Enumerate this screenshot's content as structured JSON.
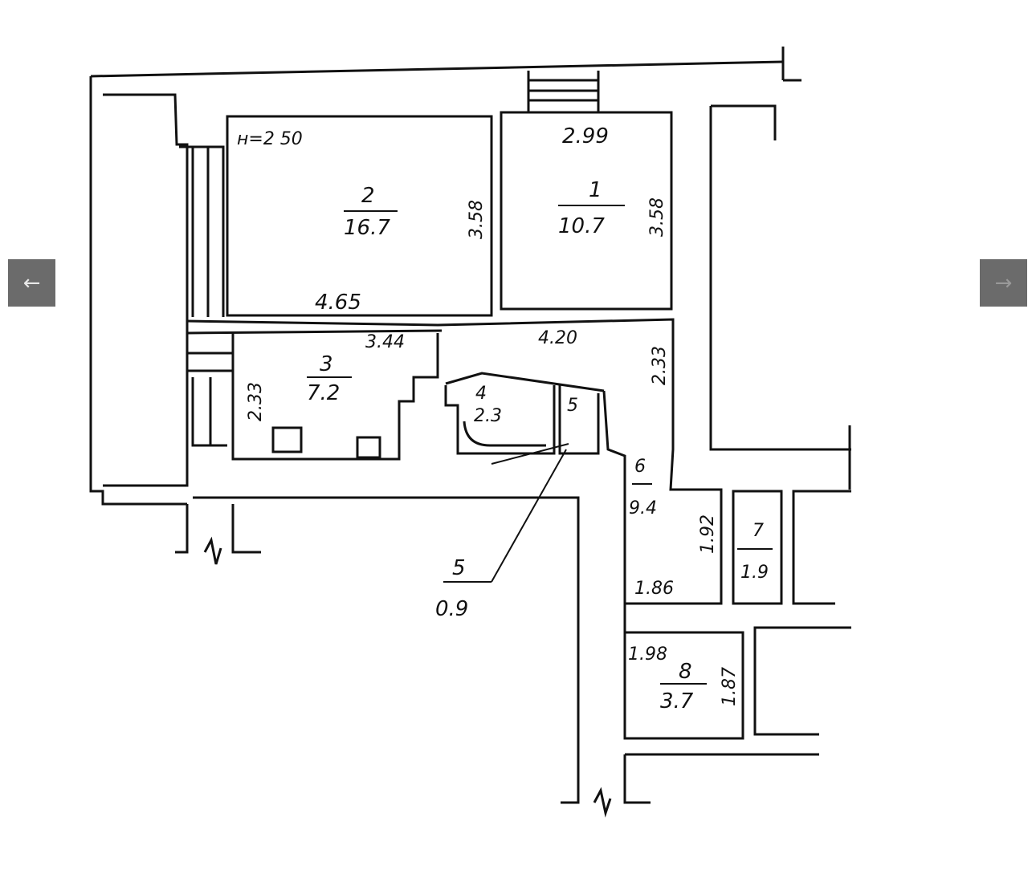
{
  "viewer": {
    "prev_icon": "arrow-left-icon",
    "next_icon": "arrow-right-icon",
    "prev_glyph": "←",
    "next_glyph": "→"
  },
  "plan": {
    "ceiling_height": "н=2 50",
    "rooms": [
      {
        "num": "1",
        "area": "10.7",
        "dims": [
          "2.99",
          "3.58"
        ]
      },
      {
        "num": "2",
        "area": "16.7",
        "dims": [
          "4.65",
          "3.58"
        ]
      },
      {
        "num": "3",
        "area": "7.2",
        "dims": [
          "3.44",
          "2.33"
        ]
      },
      {
        "num": "4",
        "area": "2.3"
      },
      {
        "num": "5",
        "area": "0.9"
      },
      {
        "num": "6",
        "area": "9.4",
        "dims": [
          "4.20",
          "2.33",
          "1.92",
          "1.86"
        ]
      },
      {
        "num": "7",
        "area": "1.9"
      },
      {
        "num": "8",
        "area": "3.7",
        "dims": [
          "1.98",
          "1.87"
        ]
      }
    ]
  }
}
